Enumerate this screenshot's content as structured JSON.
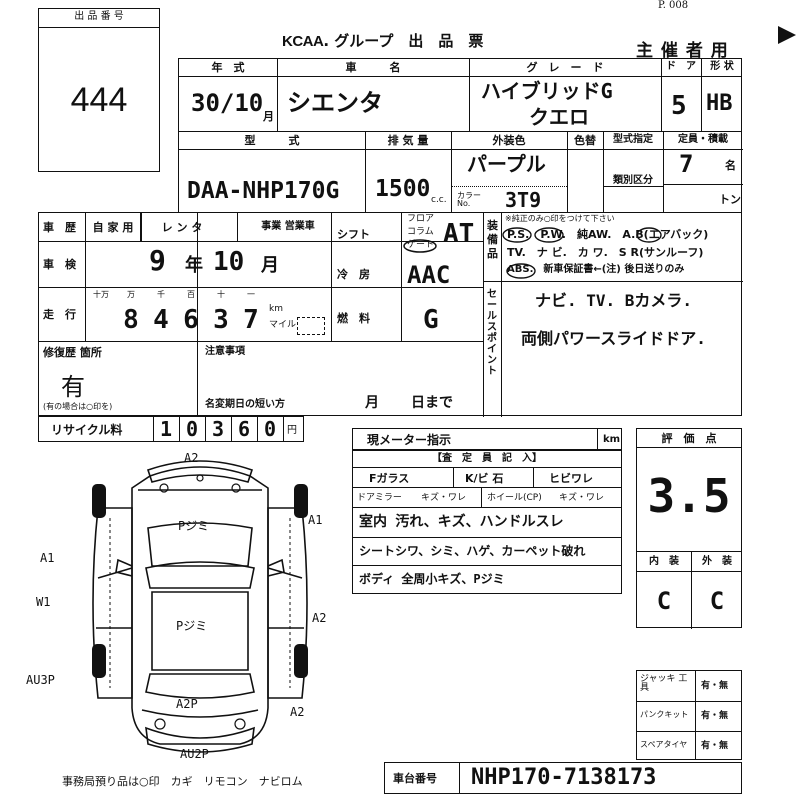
{
  "header": {
    "page_no": "P. 008",
    "lot_label": "出 品 番 号",
    "lot_number": "444",
    "brand": "KCAA",
    "group_title": ". グループ　出　品　票",
    "organizer": "主 催 者 用"
  },
  "row1": {
    "year_label": "年　式",
    "name_label": "車　　　名",
    "grade_label": "グ　レ　ー　ド",
    "door_label": "ド　ア",
    "shape_label": "形 状",
    "year_value": "30/10",
    "year_unit": "月",
    "name_value": "シエンタ",
    "grade_value_1": "ハイブリッドG",
    "grade_value_2": "クエロ",
    "door_value": "5",
    "shape_value": "HB"
  },
  "row2": {
    "model_label": "型　　　式",
    "displacement_label": "排 気 量",
    "color_label": "外装色",
    "color_change_label": "色替",
    "designation_label": "型式指定",
    "capacity_label": "定員・積載",
    "category_label": "類別区分",
    "model_value": "DAA-NHP170G",
    "displacement_value": "1500",
    "cc_unit": "c.c.",
    "color_value": "パープル",
    "color_no_label": "カラー No.",
    "color_no_value": "3T9",
    "capacity_value": "7",
    "capacity_unit": "名",
    "ton_unit": "トン"
  },
  "history": {
    "label": "車　歴",
    "private": "自 家 用",
    "rental": "レ ン タ",
    "business": "事業 営業車"
  },
  "shift": {
    "label": "シフト",
    "floor": "フロア",
    "column": "コラム",
    "gate": "ゲート",
    "value": "AT"
  },
  "inspection": {
    "label": "車　検",
    "value_year": "9",
    "year_unit": "年",
    "value_month": "10",
    "month_unit": "月"
  },
  "aircon": {
    "label": "冷　房",
    "value": "AAC"
  },
  "mileage": {
    "label": "走　行",
    "units": [
      "十万",
      "万",
      "千",
      "百",
      "十",
      "一"
    ],
    "digits": [
      "",
      "8",
      "4",
      "6",
      "3",
      "7"
    ],
    "km": "km",
    "mile": "マイル"
  },
  "fuel": {
    "label": "燃　料",
    "value": "G"
  },
  "equipment": {
    "side_label": "装備品",
    "note": "※純正のみ○印をつけて下さい",
    "line1": "P.S.　P.W.　純AW.　A.B(エアバック)",
    "line2": "TV.　ナ ビ.　カ ワ.　S R(サンルーフ)",
    "line3": "ABS.　新車保証書←(注) 後日送りのみ"
  },
  "sales_point": {
    "side_label": "セールスポイント",
    "line1": "ナビ. TV. Bカメラ.",
    "line2": "両側パワースライドドア."
  },
  "repair": {
    "label": "修復歴 箇所",
    "value": "有",
    "note": "(有の場合は○印を)"
  },
  "remarks": {
    "label": "注意事項",
    "expiry_label": "名変期日の短い方",
    "month": "月",
    "day": "日まで"
  },
  "recycle": {
    "label": "リサイクル料",
    "digits": [
      "1",
      "0",
      "3",
      "6",
      "0"
    ],
    "yen": "円"
  },
  "meter": {
    "label": "現メーター指示",
    "unit": "km"
  },
  "inspector": {
    "title": "【査　定　員　記　入】",
    "glass_label": "Fガラス",
    "chip_label": "K/ビ 石",
    "crack_label": "ヒビワレ",
    "mirror_label": "ドアミラー",
    "mirror_value": "キズ・ワレ",
    "wheel_label": "ホイール(CP)",
    "wheel_value": "キズ・ワレ",
    "note1": "室内 汚れ、キズ、ハンドルスレ",
    "note2": "シートシワ、シミ、ハゲ、カーペット破れ",
    "note3": "ボディ 全周小キズ、Pジミ"
  },
  "score": {
    "label": "評　価　点",
    "value": "3.5",
    "interior_label": "内　装",
    "exterior_label": "外　装",
    "interior_value": "C",
    "exterior_value": "C"
  },
  "tools": [
    {
      "label": "ジャッキ 工　具",
      "value": "有・無"
    },
    {
      "label": "パンクキット",
      "value": "有・無"
    },
    {
      "label": "スペアタイヤ",
      "value": "有・無"
    }
  ],
  "diagram": {
    "marks": [
      "A2",
      "A1",
      "A1",
      "W1",
      "A2",
      "AU3P",
      "A2",
      "A2P",
      "AU2P",
      "Pジミ",
      "Pジミ"
    ]
  },
  "footer": {
    "office_note": "事務局預り品は○印　カギ　リモコン　ナビロム",
    "chassis_label": "車台番号",
    "chassis_value": "NHP170-7138173"
  }
}
